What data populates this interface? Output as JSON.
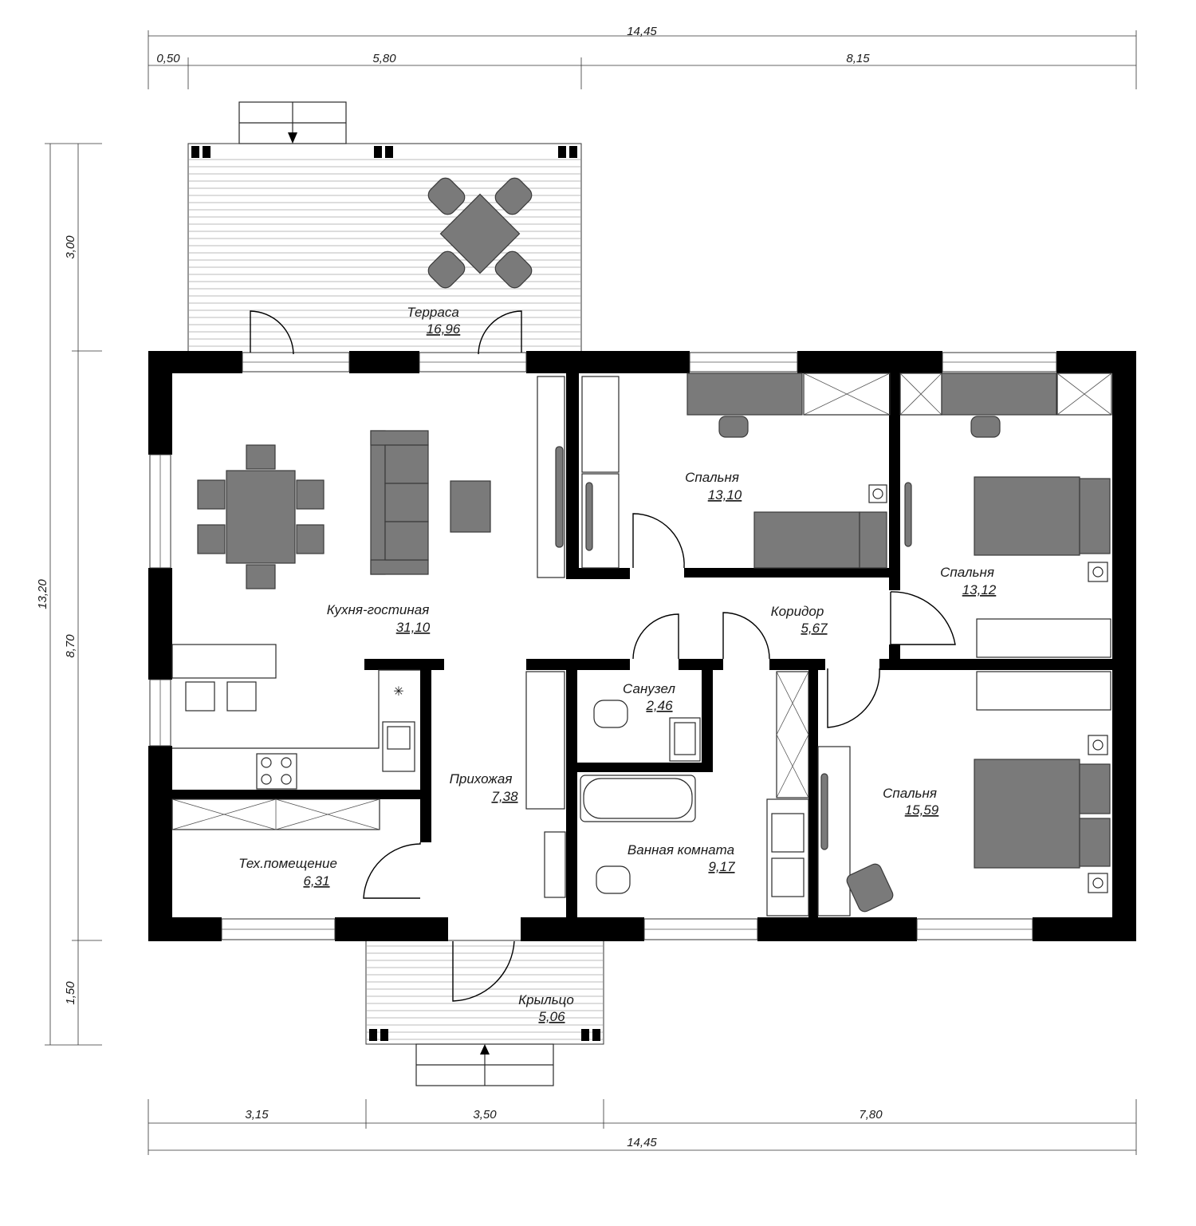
{
  "rooms": {
    "terrace": {
      "name": "Терраса",
      "area": "16,96"
    },
    "kitchen_living": {
      "name": "Кухня-гостиная",
      "area": "31,10"
    },
    "bedroom1": {
      "name": "Спальня",
      "area": "13,10"
    },
    "bedroom2": {
      "name": "Спальня",
      "area": "13,12"
    },
    "bedroom3": {
      "name": "Спальня",
      "area": "15,59"
    },
    "corridor": {
      "name": "Коридор",
      "area": "5,67"
    },
    "wc": {
      "name": "Санузел",
      "area": "2,46"
    },
    "hallway": {
      "name": "Прихожая",
      "area": "7,38"
    },
    "bathroom": {
      "name": "Ванная комната",
      "area": "9,17"
    },
    "utility": {
      "name": "Тех.помещение",
      "area": "6,31"
    },
    "porch": {
      "name": "Крыльцо",
      "area": "5,06"
    }
  },
  "dimensions": {
    "top_total": "14,45",
    "top_seg1": "0,50",
    "top_seg2": "5,80",
    "top_seg3": "8,15",
    "bottom_seg1": "3,15",
    "bottom_seg2": "3,50",
    "bottom_seg3": "7,80",
    "bottom_total": "14,45",
    "left_total": "13,20",
    "left_seg1": "3,00",
    "left_seg2": "8,70",
    "left_seg3": "1,50"
  },
  "colors": {
    "wall": "#000000",
    "furniture": "#7a7a7a",
    "deck_lines": "#bbbbbb"
  }
}
